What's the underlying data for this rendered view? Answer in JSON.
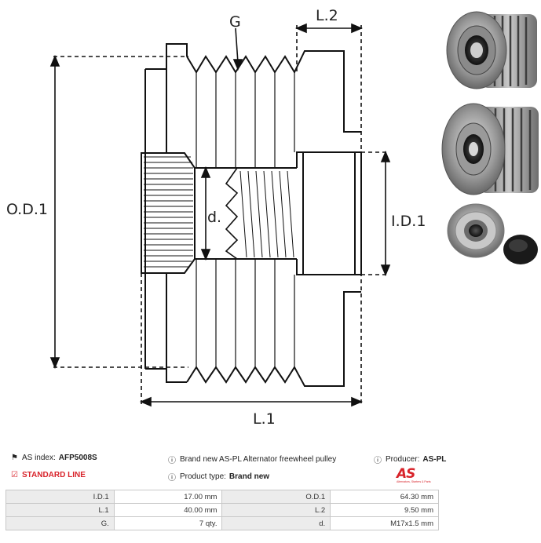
{
  "drawing": {
    "labels": {
      "g": "G",
      "l2": "L.2",
      "od1": "O.D.1",
      "id1": "I.D.1",
      "d": "d.",
      "l1": "L.1"
    }
  },
  "info": {
    "as_index_label": "AS index:",
    "as_index_value": "AFP5008S",
    "standard_line": "STANDARD LINE",
    "description": "Brand new AS-PL Alternator freewheel pulley",
    "product_type_label": "Product type:",
    "product_type_value": "Brand new",
    "producer_label": "Producer:",
    "producer_value": "AS-PL"
  },
  "logo": {
    "mark": "AS",
    "tagline": "Alternators, Starters & Parts"
  },
  "specs": [
    {
      "label_a": "I.D.1",
      "value_a": "17.00 mm",
      "label_b": "O.D.1",
      "value_b": "64.30 mm"
    },
    {
      "label_a": "L.1",
      "value_a": "40.00 mm",
      "label_b": "L.2",
      "value_b": "9.50 mm"
    },
    {
      "label_a": "G.",
      "value_a": "7 qty.",
      "label_b": "d.",
      "value_b": "M17x1.5 mm"
    }
  ],
  "icons": {
    "tag": "tag-icon",
    "check": "checkbox-icon",
    "info": "info-icon"
  }
}
